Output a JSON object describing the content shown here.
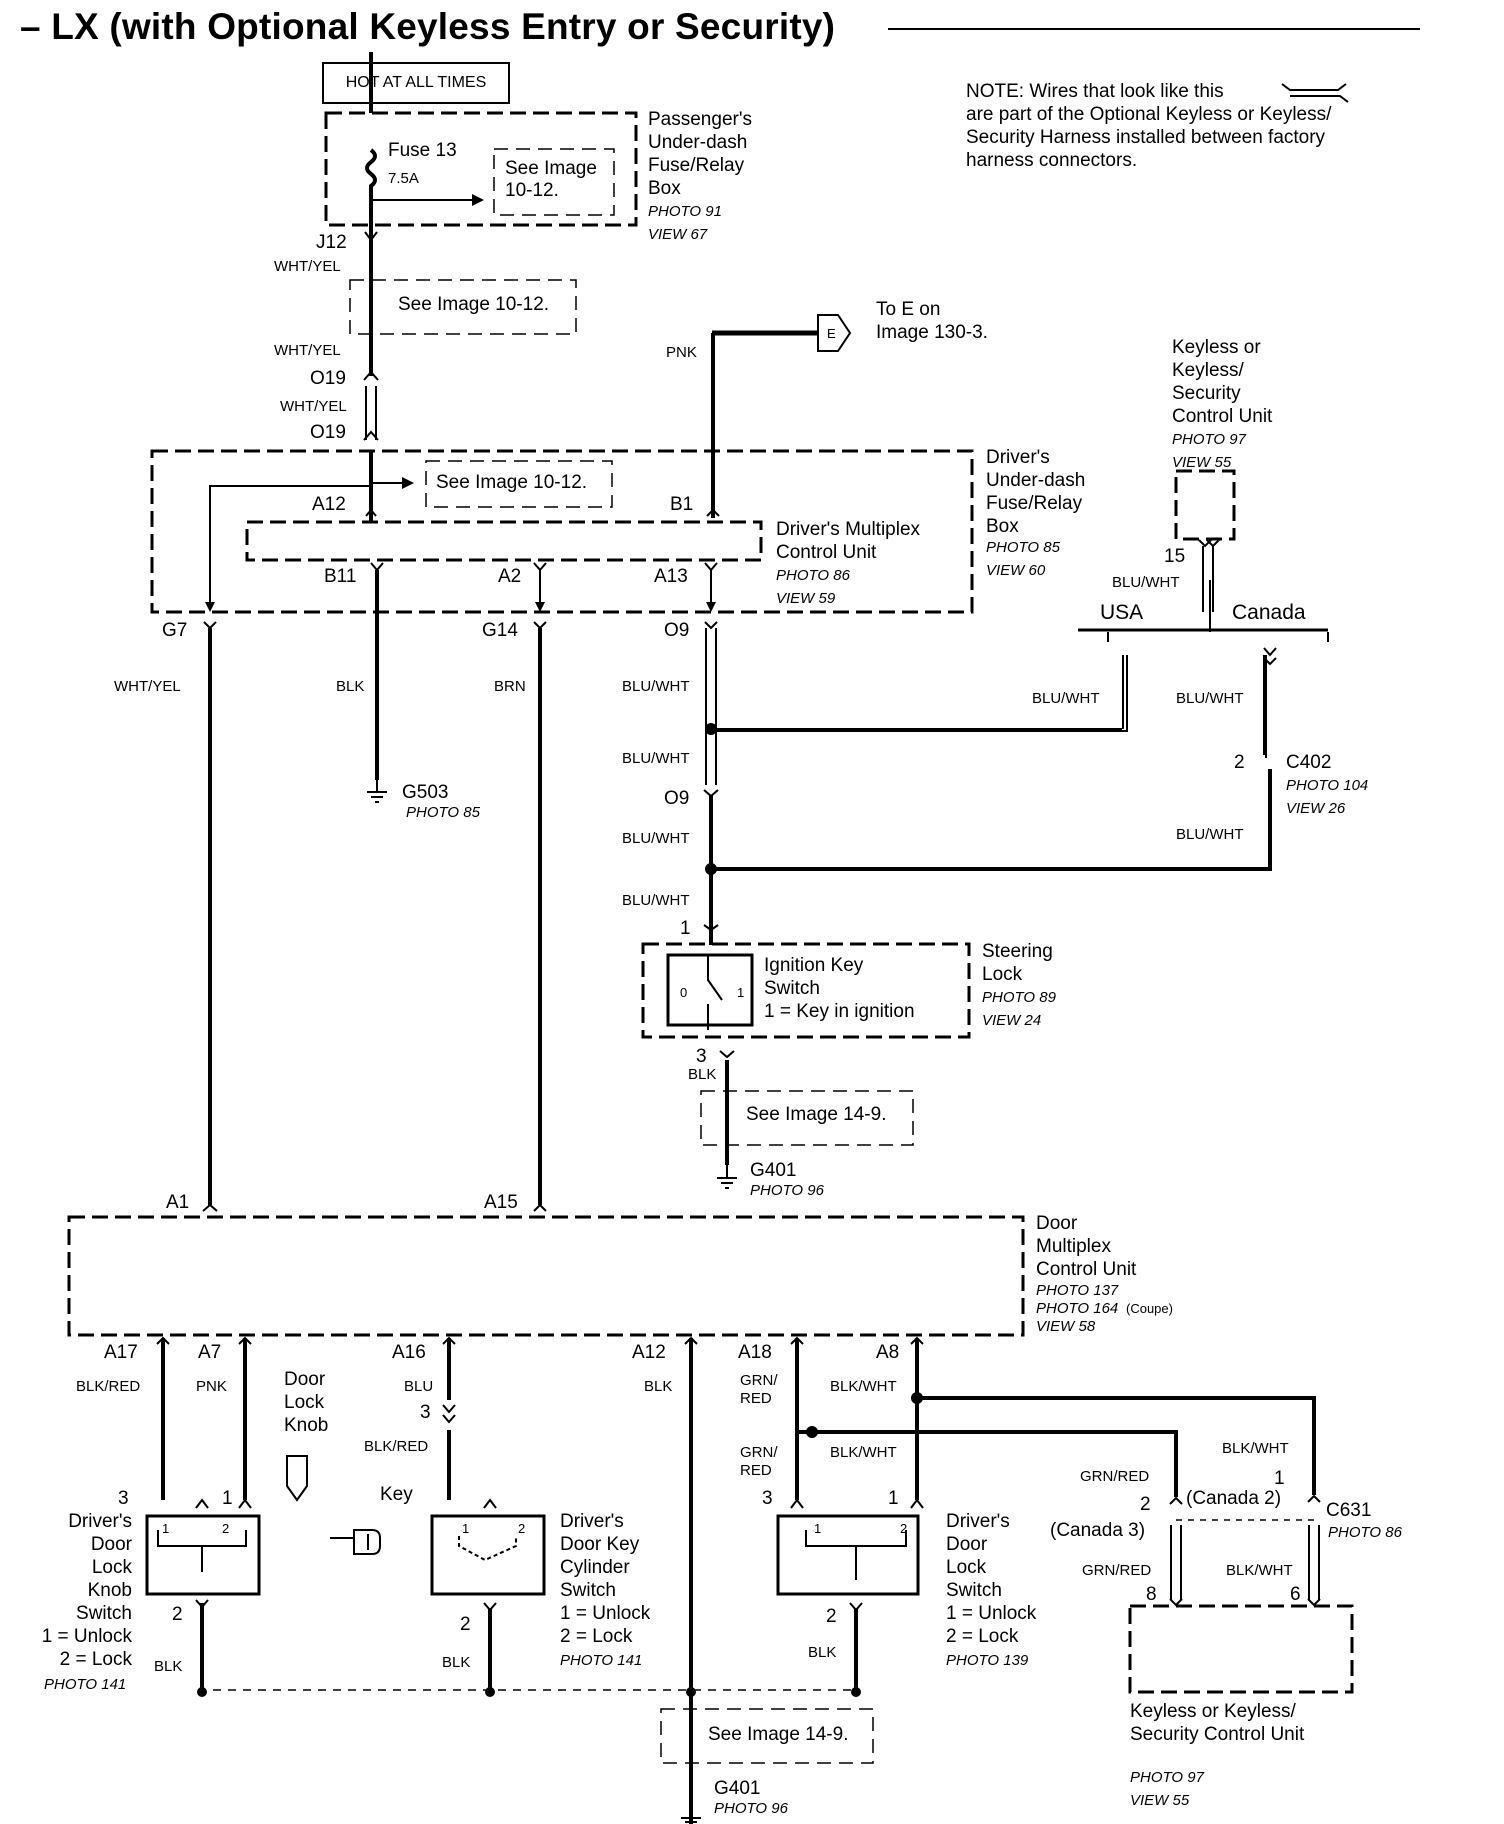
{
  "page": {
    "title": "– LX (with Optional Keyless Entry or Security)",
    "note": "NOTE: Wires that look like this\nare part of the Optional Keyless or Keyless/\nSecurity Harness installed between factory\nharness connectors."
  },
  "labels": {
    "hot": "HOT AT ALL TIMES",
    "fuse": "Fuse 13",
    "fuse_amp": "7.5A",
    "see_10_12": "See Image 10-12.",
    "see_14_9": "See Image 14-9.",
    "to_e": "To E on\nImage 130-3.",
    "e_flag": "E",
    "usa": "USA",
    "canada": "Canada",
    "key": "Key",
    "door_lock_knob": "Door\nLock\nKnob",
    "canada2": "(Canada 2)",
    "canada3": "(Canada 3)"
  },
  "components": {
    "pass_fuse_box": "Passenger's\nUnder-dash\nFuse/Relay\nBox",
    "pass_fuse_box_photo": "PHOTO 91\nVIEW 67",
    "keyless_unit_top": "Keyless or\nKeyless/\nSecurity\nControl Unit",
    "keyless_unit_top_photo": "PHOTO 97\nVIEW 55",
    "driver_fuse_box": "Driver's\nUnder-dash\nFuse/Relay\nBox",
    "driver_fuse_box_photo": "PHOTO 85\nVIEW 60",
    "driver_multiplex": "Driver's Multiplex\nControl Unit",
    "driver_multiplex_photo": "PHOTO 86\nVIEW 59",
    "steering_lock": "Steering\nLock",
    "steering_lock_photo": "PHOTO 89\nVIEW 24",
    "ignition_switch": "Ignition Key\nSwitch\n1 = Key in ignition",
    "door_multiplex": "Door\nMultiplex\nControl Unit",
    "door_multiplex_photo1": "PHOTO 137",
    "door_multiplex_photo2": "PHOTO 164",
    "door_multiplex_coupe": "(Coupe)",
    "door_multiplex_view": "VIEW 58",
    "knob_switch": "Driver's\nDoor\nLock\nKnob\nSwitch\n1 = Unlock\n2 = Lock",
    "knob_switch_photo": "PHOTO 141",
    "cyl_switch": "Driver's\nDoor Key\nCylinder\nSwitch\n1 = Unlock\n2 = Lock",
    "cyl_switch_photo": "PHOTO 141",
    "lock_switch": "Driver's\nDoor\nLock\nSwitch\n1 = Unlock\n2 = Lock",
    "lock_switch_photo": "PHOTO 139",
    "keyless_unit_bot": "Keyless or Keyless/\nSecurity Control Unit",
    "keyless_unit_bot_photo": "PHOTO 97\nVIEW 55"
  },
  "grounds": {
    "g503": "G503",
    "g503_photo": "PHOTO 85",
    "g401a": "G401",
    "g401a_photo": "PHOTO 96",
    "g401b": "G401",
    "g401b_photo": "PHOTO 96"
  },
  "connectors": {
    "j12": "J12",
    "o19a": "O19",
    "o19b": "O19",
    "a12": "A12",
    "b1": "B1",
    "b11": "B11",
    "a2": "A2",
    "a13": "A13",
    "g7": "G7",
    "g14": "G14",
    "o9a": "O9",
    "o9b": "O9",
    "c402": "C402",
    "c402_photo": "PHOTO 104\nVIEW 26",
    "pin2_c402": "2",
    "pin15": "15",
    "a1": "A1",
    "a15": "A15",
    "a17": "A17",
    "a7": "A7",
    "a16": "A16",
    "a12b": "A12",
    "a18": "A18",
    "a8": "A8",
    "c631": "C631",
    "c631_photo": "PHOTO 86",
    "ig1": "1",
    "ig3": "3",
    "ks3": "3",
    "ks1": "1",
    "ks2": "2",
    "cy3": "3",
    "cy2": "2",
    "ls3": "3",
    "ls1": "1",
    "ls2": "2",
    "c631_1": "1",
    "c631_2": "2",
    "ku8": "8",
    "ku6": "6"
  },
  "wires": {
    "whtyel1": "WHT/YEL",
    "whtyel2": "WHT/YEL",
    "whtyel3": "WHT/YEL",
    "whtyel4": "WHT/YEL",
    "pnk1": "PNK",
    "blk1": "BLK",
    "brn": "BRN",
    "bluwht1": "BLU/WHT",
    "bluwht2": "BLU/WHT",
    "bluwht3": "BLU/WHT",
    "bluwht4": "BLU/WHT",
    "bluwht5": "BLU/WHT",
    "bluwht6": "BLU/WHT",
    "bluwht7": "BLU/WHT",
    "bluwht8": "BLU/WHT",
    "blk2": "BLK",
    "blkred1": "BLK/RED",
    "pnk2": "PNK",
    "blu": "BLU",
    "blkred2": "BLK/RED",
    "blk3": "BLK",
    "grnred1": "GRN/\nRED",
    "blkwht1": "BLK/WHT",
    "grnred2": "GRN/\nRED",
    "blkwht2": "BLK/WHT",
    "blkwht3": "BLK/WHT",
    "grnred3": "GRN/RED",
    "grnred4": "GRN/RED",
    "blkwht4": "BLK/WHT",
    "blk4": "BLK",
    "blk5": "BLK",
    "blk6": "BLK"
  },
  "switch_pins": {
    "zero": "0",
    "one": "1",
    "p1": "1",
    "p2": "2"
  }
}
